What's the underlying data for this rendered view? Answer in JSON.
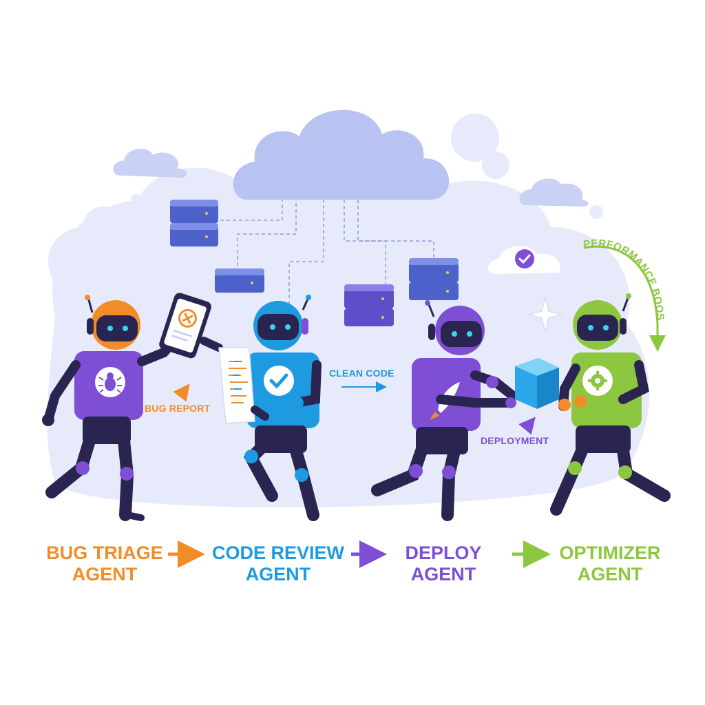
{
  "colors": {
    "orange": "#F28C28",
    "blue": "#1E9AE0",
    "purple": "#7E4FD4",
    "green": "#8DC63F",
    "navy": "#2A2550",
    "cloud": "#B8C3F2"
  },
  "annotations": {
    "bug_report": "BUG REPORT",
    "clean_code": "CLEAN CODE",
    "deployment": "DEPLOYMENT",
    "performance_boost": "PERFORMANCE BOOST"
  },
  "agents": [
    {
      "line1": "BUG TRIAGE",
      "line2": "AGENT",
      "color": "#F28C28",
      "icon": "bug-icon"
    },
    {
      "line1": "CODE REVIEW",
      "line2": "AGENT",
      "color": "#1E9AE0",
      "icon": "check-icon"
    },
    {
      "line1": "DEPLOY",
      "line2": "AGENT",
      "color": "#7E4FD4",
      "icon": "rocket-icon"
    },
    {
      "line1": "OPTIMIZER",
      "line2": "AGENT",
      "color": "#8DC63F",
      "icon": "gear-icon"
    }
  ]
}
